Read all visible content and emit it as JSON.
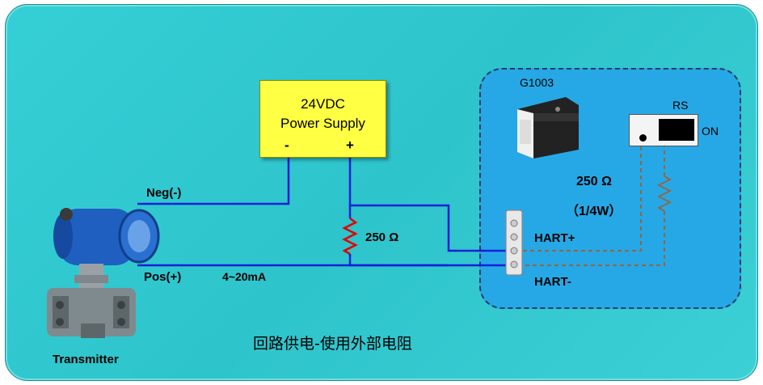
{
  "power_supply": {
    "line1": "24VDC",
    "line2": "Power Supply",
    "minus": "-",
    "plus": "+"
  },
  "transmitter": {
    "label": "Transmitter",
    "neg_label": "Neg(-)",
    "pos_label": "Pos(+)",
    "current_label": "4~20mA"
  },
  "loop_resistor": {
    "label": "250 Ω",
    "color": "#e00000"
  },
  "device": {
    "name": "G1003",
    "rs_label": "RS",
    "on_label": "ON",
    "resistor_label": "250 Ω",
    "resistor_power": "（1/4W）",
    "hart_plus": "HART+",
    "hart_minus": "HART-"
  },
  "caption": "回路供电-使用外部电阻",
  "colors": {
    "background": "#33cbd2",
    "panel": "#27a8e6",
    "wire": "#1020d8",
    "psu": "#ffff44",
    "dashed_wire": "#8a6a50"
  },
  "icons": {
    "transmitter": "pressure-transmitter-icon",
    "device": "hart-modem-icon",
    "terminal": "terminal-block-icon"
  }
}
